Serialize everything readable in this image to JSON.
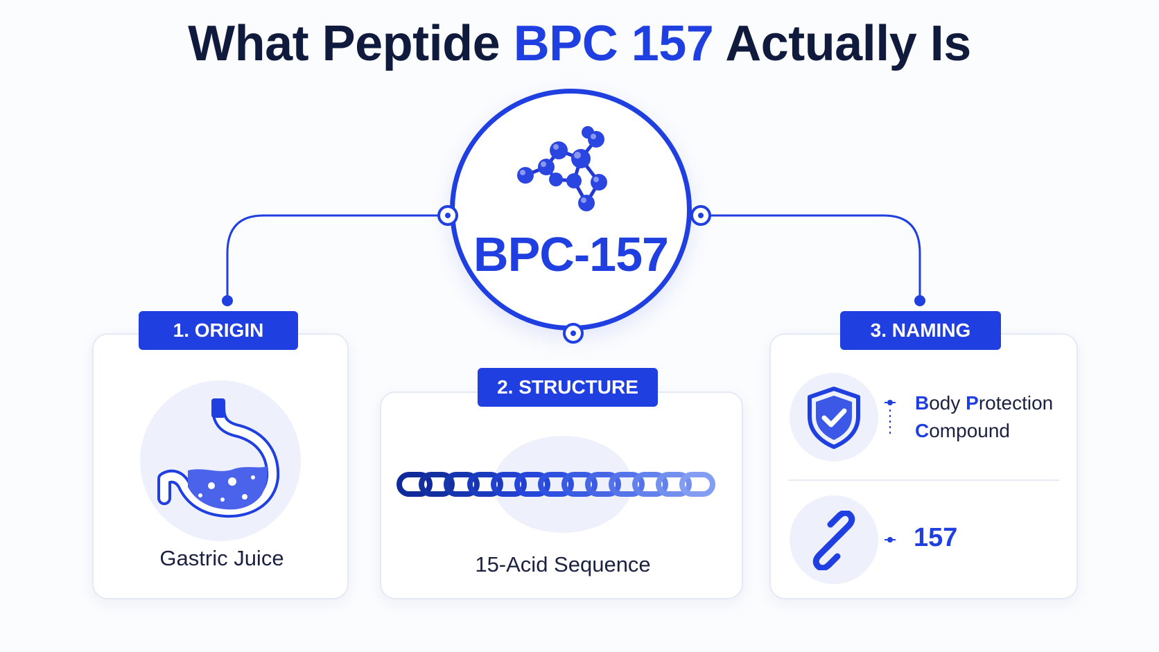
{
  "title": {
    "part1": "What Peptide",
    "highlight": "BPC 157",
    "part2": "Actually Is"
  },
  "center": {
    "label": "BPC-157",
    "icon": "molecule-icon"
  },
  "sections": {
    "origin": {
      "tag": "1. ORIGIN",
      "caption": "Gastric Juice",
      "icon": "stomach-icon"
    },
    "structure": {
      "tag": "2. STRUCTURE",
      "caption": "15-Acid Sequence",
      "icon": "chain-sequence-icon"
    },
    "naming": {
      "tag": "3. NAMING",
      "acronym": [
        {
          "initial": "B",
          "rest": "ody "
        },
        {
          "initial": "P",
          "rest": "rotection"
        },
        {
          "initial": "C",
          "rest": "ompound"
        }
      ],
      "number": "157",
      "icons": [
        "shield-check-icon",
        "link-icon"
      ]
    }
  },
  "colors": {
    "accent": "#1f3fe0",
    "dark": "#0f1a3d",
    "light_bg": "#eef1fb"
  }
}
